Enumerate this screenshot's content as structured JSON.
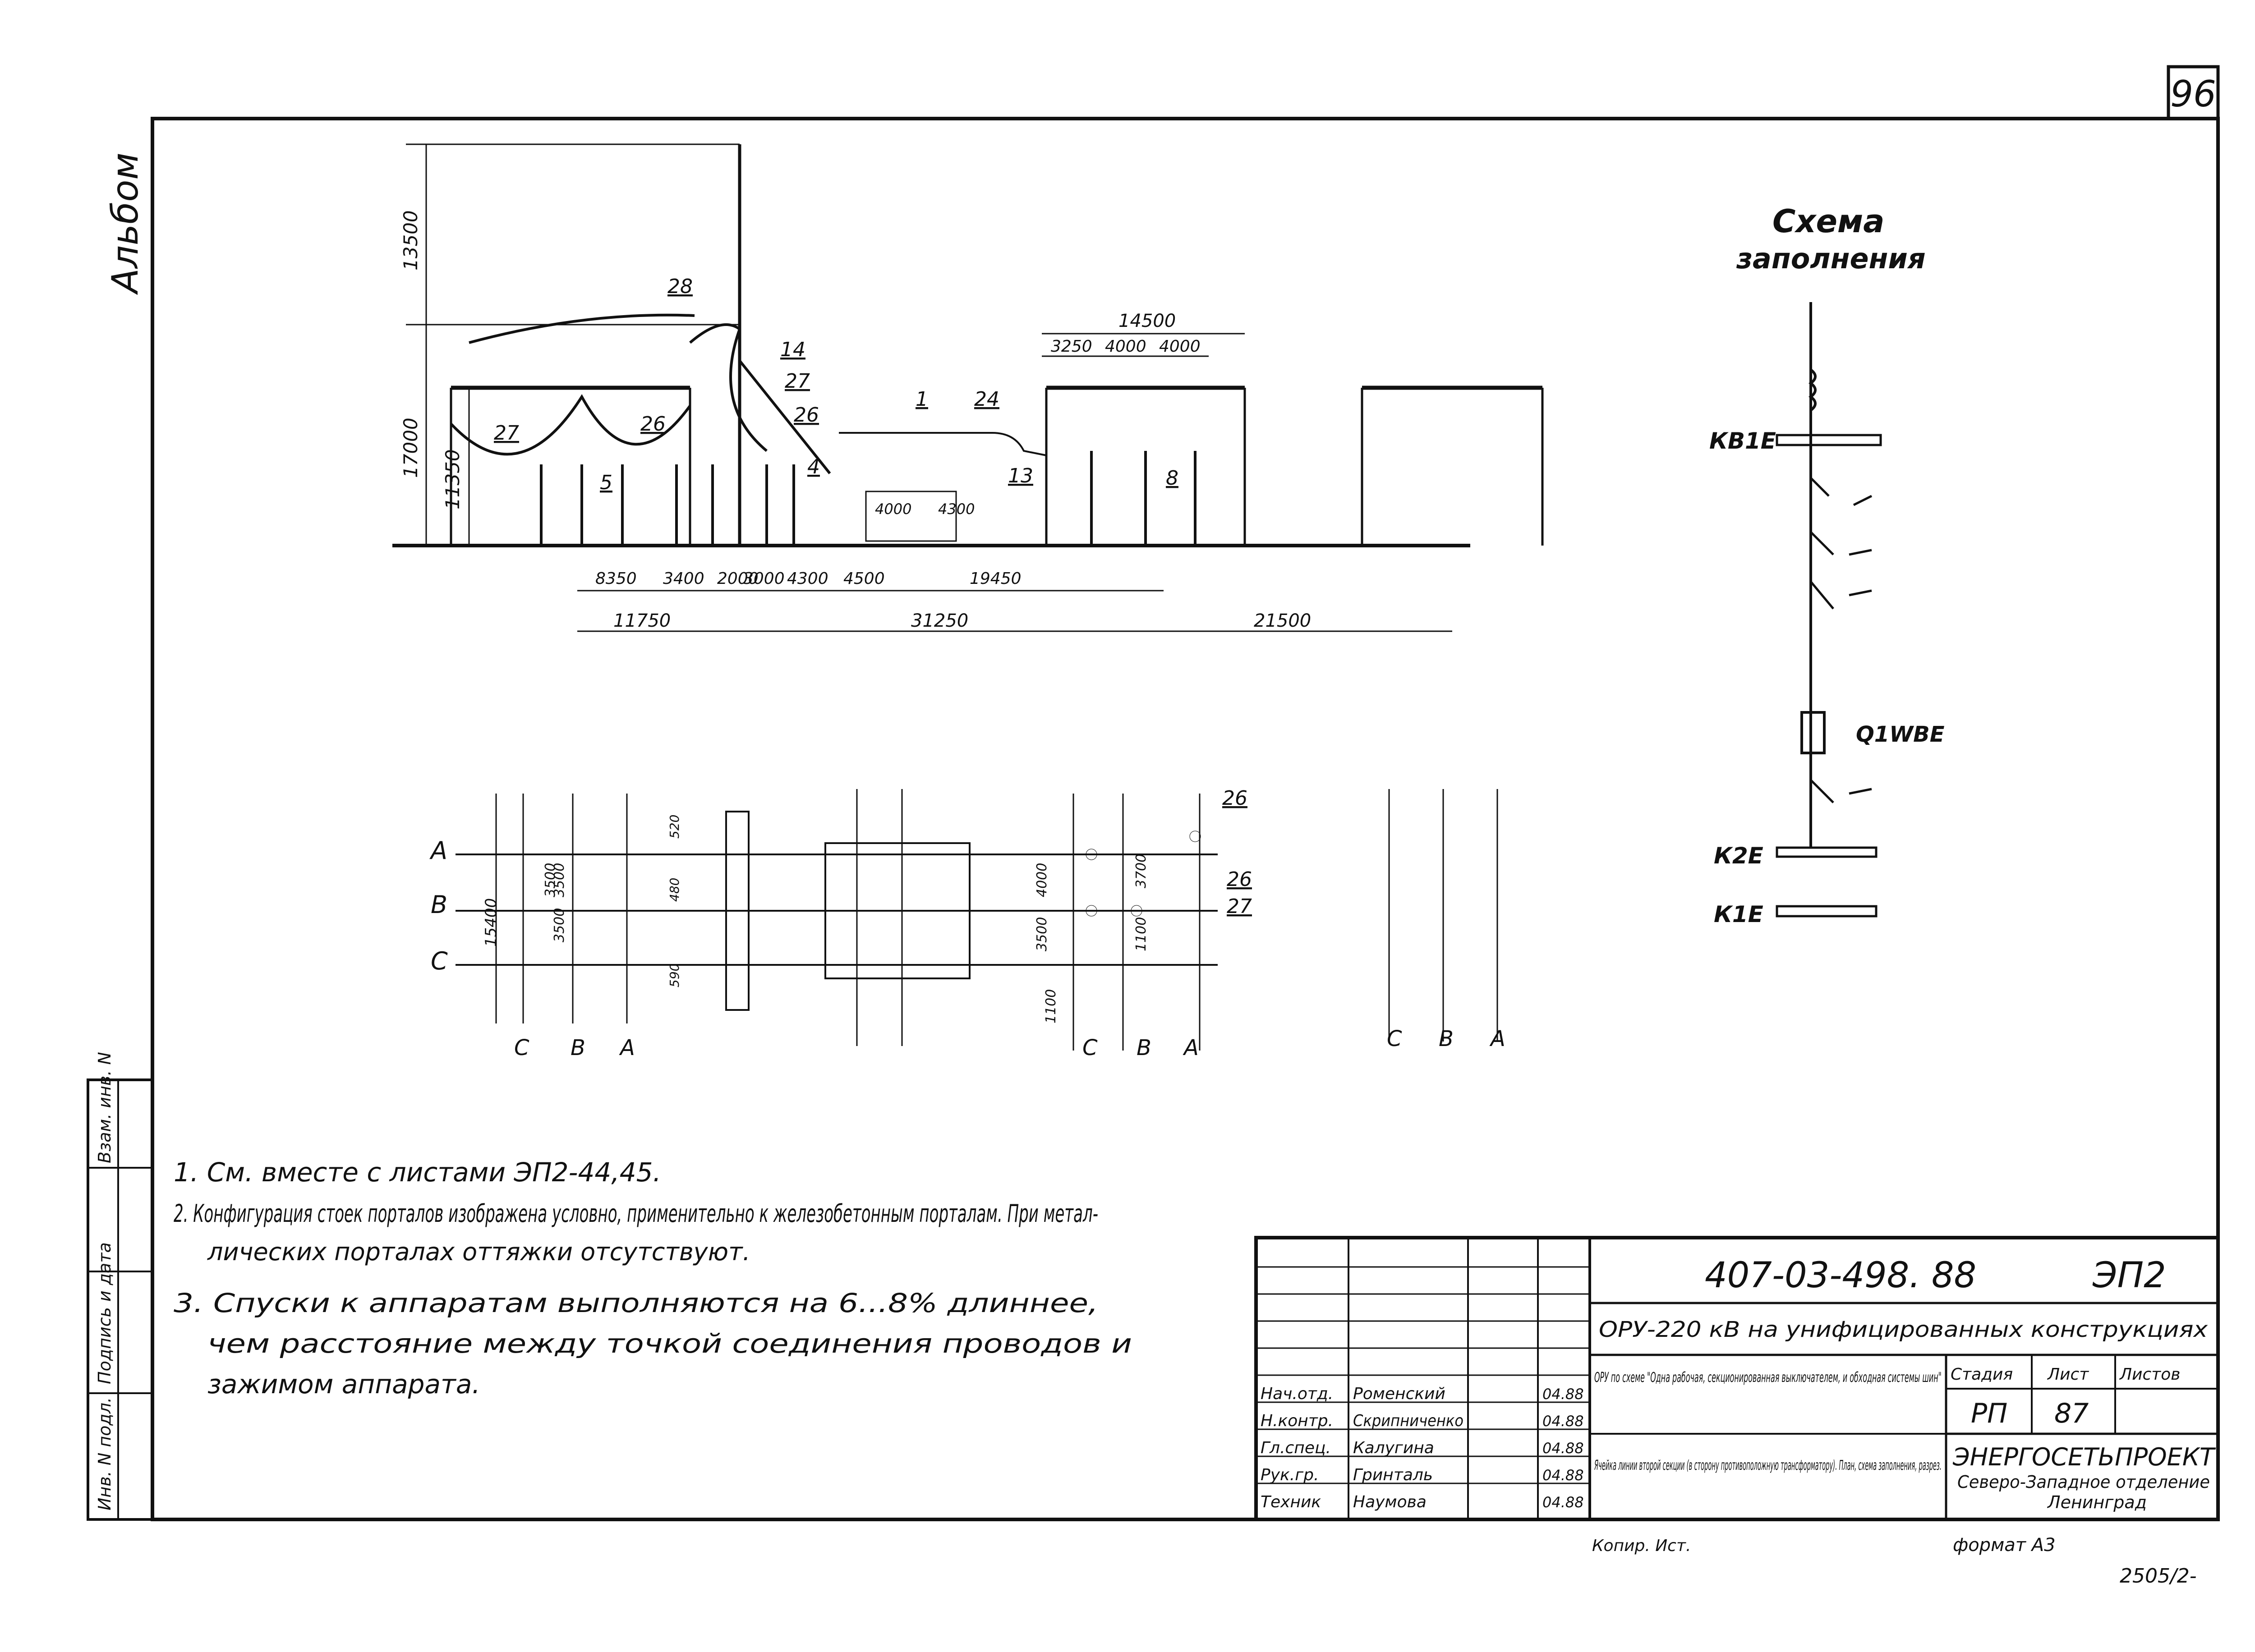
{
  "sheet": {
    "page_number": "96",
    "album_label": "Альбом",
    "handwritten_ref": "2505/2-",
    "copied_label": "Копир. Ист.",
    "format_label": "формат А3"
  },
  "left_strip": {
    "inv_podl": "Инв. N подл.",
    "sign_date": "Подпись и дата",
    "vzam_inv": "Взам. инв. N"
  },
  "schema": {
    "title_line1": "Схема",
    "title_line2": "заполнения",
    "labels": [
      "КВ1Е",
      "Q1WBE",
      "К2Е",
      "К1Е"
    ]
  },
  "section_view": {
    "heights": [
      "13500",
      "17000",
      "11350"
    ],
    "top_dims": [
      "14500",
      "3250",
      "4000",
      "4000"
    ],
    "bottom_dims_row1": [
      "8350",
      "3400",
      "2000",
      "3000",
      "4300",
      "4500",
      "19450"
    ],
    "bottom_dims_row2": [
      "11750",
      "31250",
      "21500"
    ],
    "inner_dims": [
      "4000",
      "4300"
    ],
    "callouts": [
      "28",
      "14",
      "27",
      "26",
      "1",
      "24",
      "27",
      "26",
      "5",
      "4",
      "13",
      "8"
    ]
  },
  "plan_view": {
    "phase_left": [
      "A",
      "B",
      "C"
    ],
    "phase_bottom_1": [
      "C",
      "B",
      "A"
    ],
    "phase_bottom_2": [
      "C",
      "B",
      "A"
    ],
    "phase_bottom_3": [
      "C",
      "B",
      "A"
    ],
    "dims": [
      "15400",
      "3500",
      "3500",
      "3500",
      "520",
      "480",
      "590",
      "4000",
      "3500",
      "3700",
      "1100",
      "1100"
    ],
    "callouts": [
      "26",
      "26",
      "27"
    ]
  },
  "notes": [
    "1. См. вместе с листами ЭП2-44,45.",
    "2. Конфигурация стоек порталов изображена условно, применительно к железобетонным порталам. При метал-",
    "лических порталах оттяжки отсутствуют.",
    "3. Спуски к аппаратам выполняются на 6...8% длиннее,",
    "чем расстояние между точкой соединения проводов и",
    "зажимом аппарата."
  ],
  "title_block": {
    "code": "407-03-498. 88",
    "sheet_mark": "ЭП2",
    "subtitle": "ОРУ-220 кВ на унифицированных конструкциях",
    "description": "ОРУ по схеме \"Одна рабочая, секционированная выключателем, и обходная системы шин\"",
    "description2": "Ячейка линии второй секции (в сторону противоположную трансформатору). План, схема заполнения, разрез.",
    "stage_label": "Стадия",
    "sheet_label": "Лист",
    "sheets_label": "Листов",
    "stage_value": "РП",
    "sheet_value": "87",
    "org_name": "ЭНЕРГОСЕТЬПРОЕКТ",
    "org_branch": "Северо-Западное отделение",
    "org_city": "Ленинград",
    "staff": [
      {
        "role": "Нач.отд.",
        "name": "Роменский",
        "date": "04.88"
      },
      {
        "role": "Н.контр.",
        "name": "Скрипниченко",
        "date": "04.88"
      },
      {
        "role": "Гл.спец.",
        "name": "Калугина",
        "date": "04.88"
      },
      {
        "role": "Рук.гр.",
        "name": "Гринталь",
        "date": "04.88"
      },
      {
        "role": "Техник",
        "name": "Наумова",
        "date": "04.88"
      }
    ]
  }
}
